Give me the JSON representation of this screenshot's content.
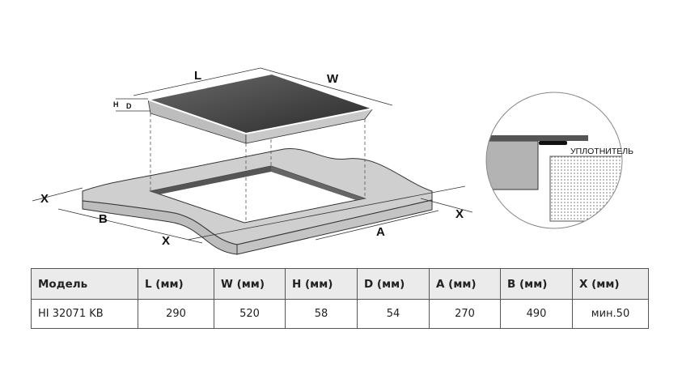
{
  "diagram": {
    "labels": {
      "L": "L",
      "W": "W",
      "H": "H",
      "D": "D",
      "B": "B",
      "A": "A",
      "X1": "X",
      "X2": "X",
      "X3": "X"
    },
    "detail_label": "УПЛОТНИТЕЛЬ"
  },
  "table": {
    "headers": [
      "Модель",
      "L (мм)",
      "W (мм)",
      "H (мм)",
      "D (мм)",
      "A (мм)",
      "B (мм)",
      "X (мм)"
    ],
    "rows": [
      [
        "HI 32071 KB",
        "290",
        "520",
        "58",
        "54",
        "270",
        "490",
        "мин.50"
      ]
    ]
  }
}
